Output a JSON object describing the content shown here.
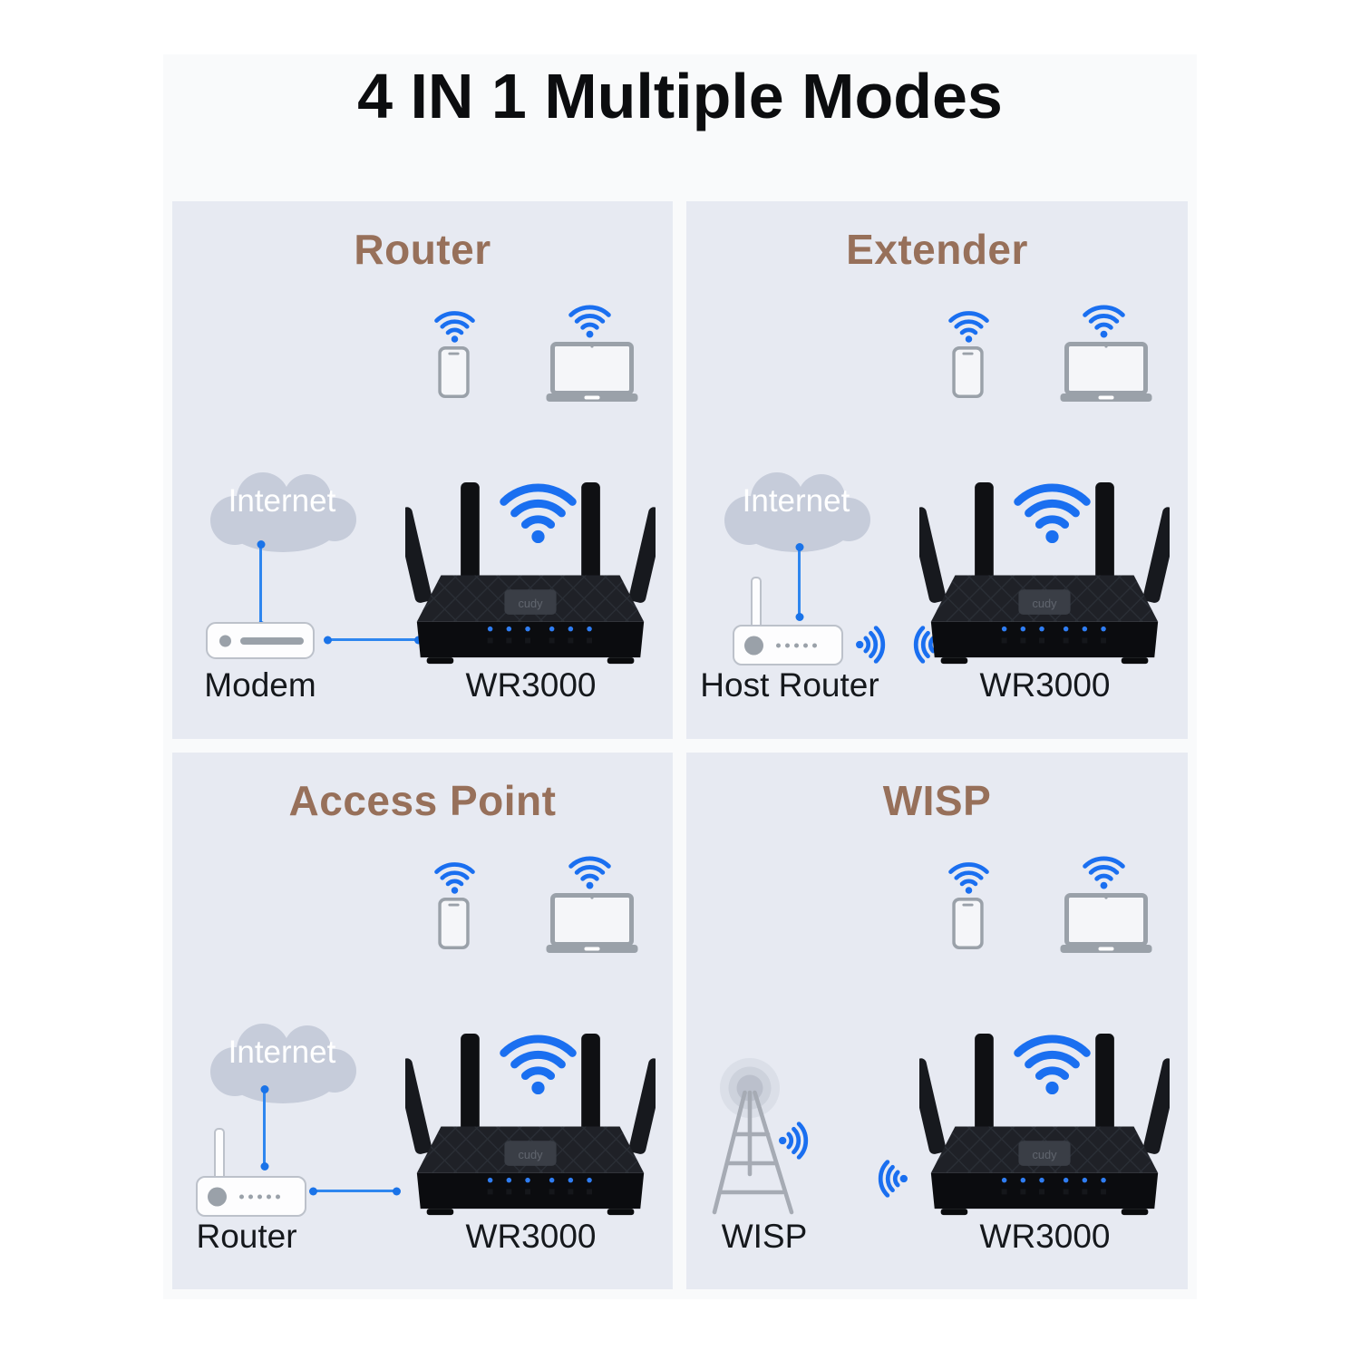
{
  "title": "4 IN 1 Multiple Modes",
  "brand": {
    "router_logo": "cudy"
  },
  "colors": {
    "wifi_blue": "#1a6ff0",
    "connector_blue": "#2e86ef",
    "heading_brown": "#97705a",
    "panel_bg": "#e7eaf2",
    "cloud_gray": "#c6ccda"
  },
  "panels": [
    {
      "title": "Router",
      "cloud_label": "Internet",
      "source_label": "Modem",
      "router_label": "WR3000",
      "connection": "wired"
    },
    {
      "title": "Extender",
      "cloud_label": "Internet",
      "source_label": "Host Router",
      "router_label": "WR3000",
      "connection": "wireless"
    },
    {
      "title": "Access Point",
      "cloud_label": "Internet",
      "source_label": "Router",
      "router_label": "WR3000",
      "connection": "wired"
    },
    {
      "title": "WISP",
      "source_label": "WISP",
      "router_label": "WR3000",
      "connection": "wireless"
    }
  ]
}
